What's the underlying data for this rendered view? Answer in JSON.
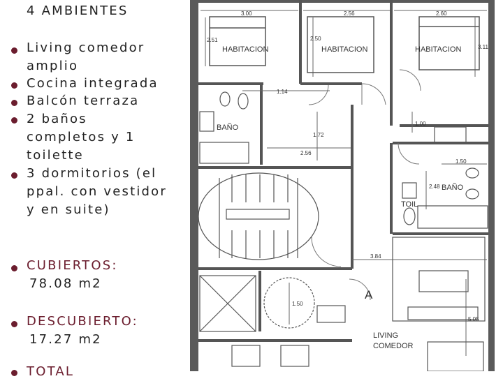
{
  "features": [
    {
      "lines": [
        "4 AMBIENTES"
      ]
    },
    {
      "lines": [
        "Living comedor",
        "amplio"
      ]
    },
    {
      "lines": [
        "Cocina integrada"
      ]
    },
    {
      "lines": [
        "Balcón terraza"
      ]
    },
    {
      "lines": [
        "2 baños",
        "completos y 1",
        "toilette"
      ]
    },
    {
      "lines": [
        "3 dormitorios (el",
        "ppal. con vestidor",
        "y en suite)"
      ]
    }
  ],
  "stats": [
    {
      "label": "CUBIERTOS:",
      "value": "78.08 m2"
    },
    {
      "label": "DESCUBIERTO:",
      "value": "17.27 m2"
    },
    {
      "label": "TOTAL"
    }
  ],
  "plan": {
    "rooms": {
      "hab1": "HABITACION",
      "hab2": "HABITACION",
      "hab3": "HABITACION",
      "bano1": "BAÑO",
      "bano2": "BAÑO",
      "toil": "TOIL",
      "living1": "LIVING",
      "living2": "COMEDOR",
      "unit": "A"
    },
    "dims": {
      "d300": "3.00",
      "d256a": "2.56",
      "d260": "2.60",
      "d251": "2.51",
      "d250": "2.50",
      "d311": "3.11",
      "d114": "1.14",
      "d172": "1.72",
      "d256b": "2.56",
      "d100": "1.00",
      "d150a": "1.50",
      "d248": "2.48",
      "d384": "3.84",
      "d150b": "1.50",
      "d505": "5.05"
    }
  },
  "colors": {
    "accent": "#6b1d2e",
    "text": "#222222",
    "wall": "#555555"
  }
}
